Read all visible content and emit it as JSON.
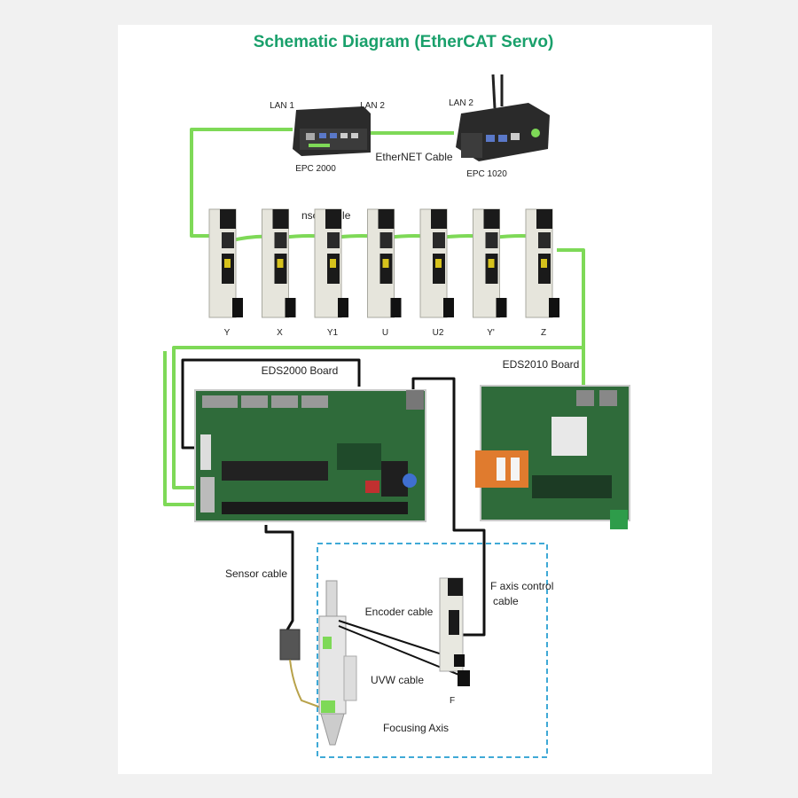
{
  "title": "Schematic Diagram (EtherCAT Servo)",
  "controllers": {
    "epc2000": {
      "name": "EPC 2000",
      "port_left": "LAN 1",
      "port_right": "LAN 2"
    },
    "epc1020": {
      "name": "EPC 1020",
      "port": "LAN 2"
    },
    "ethernet_cable": "EtherNET Cable"
  },
  "sensor_cable_top": "nsor cable",
  "servo_drives": [
    "Y",
    "X",
    "Y1",
    "U",
    "U2",
    "Y'",
    "Z"
  ],
  "boards": {
    "eds2000": "EDS2000 Board",
    "eds2010": "EDS2010 Board"
  },
  "focusing": {
    "sensor_cable": "Sensor cable",
    "encoder_cable": "Encoder cable",
    "f_axis_control_cable_line1": "F axis control",
    "f_axis_control_cable_line2": "cable",
    "uvw_cable": "UVW cable",
    "drive_label": "F",
    "area_label": "Focusing Axis"
  },
  "colors": {
    "ethercat_cable": "#7ed957",
    "title": "#19a06b",
    "dashed_box": "#3fa9d6",
    "signal_cable": "#111111"
  }
}
